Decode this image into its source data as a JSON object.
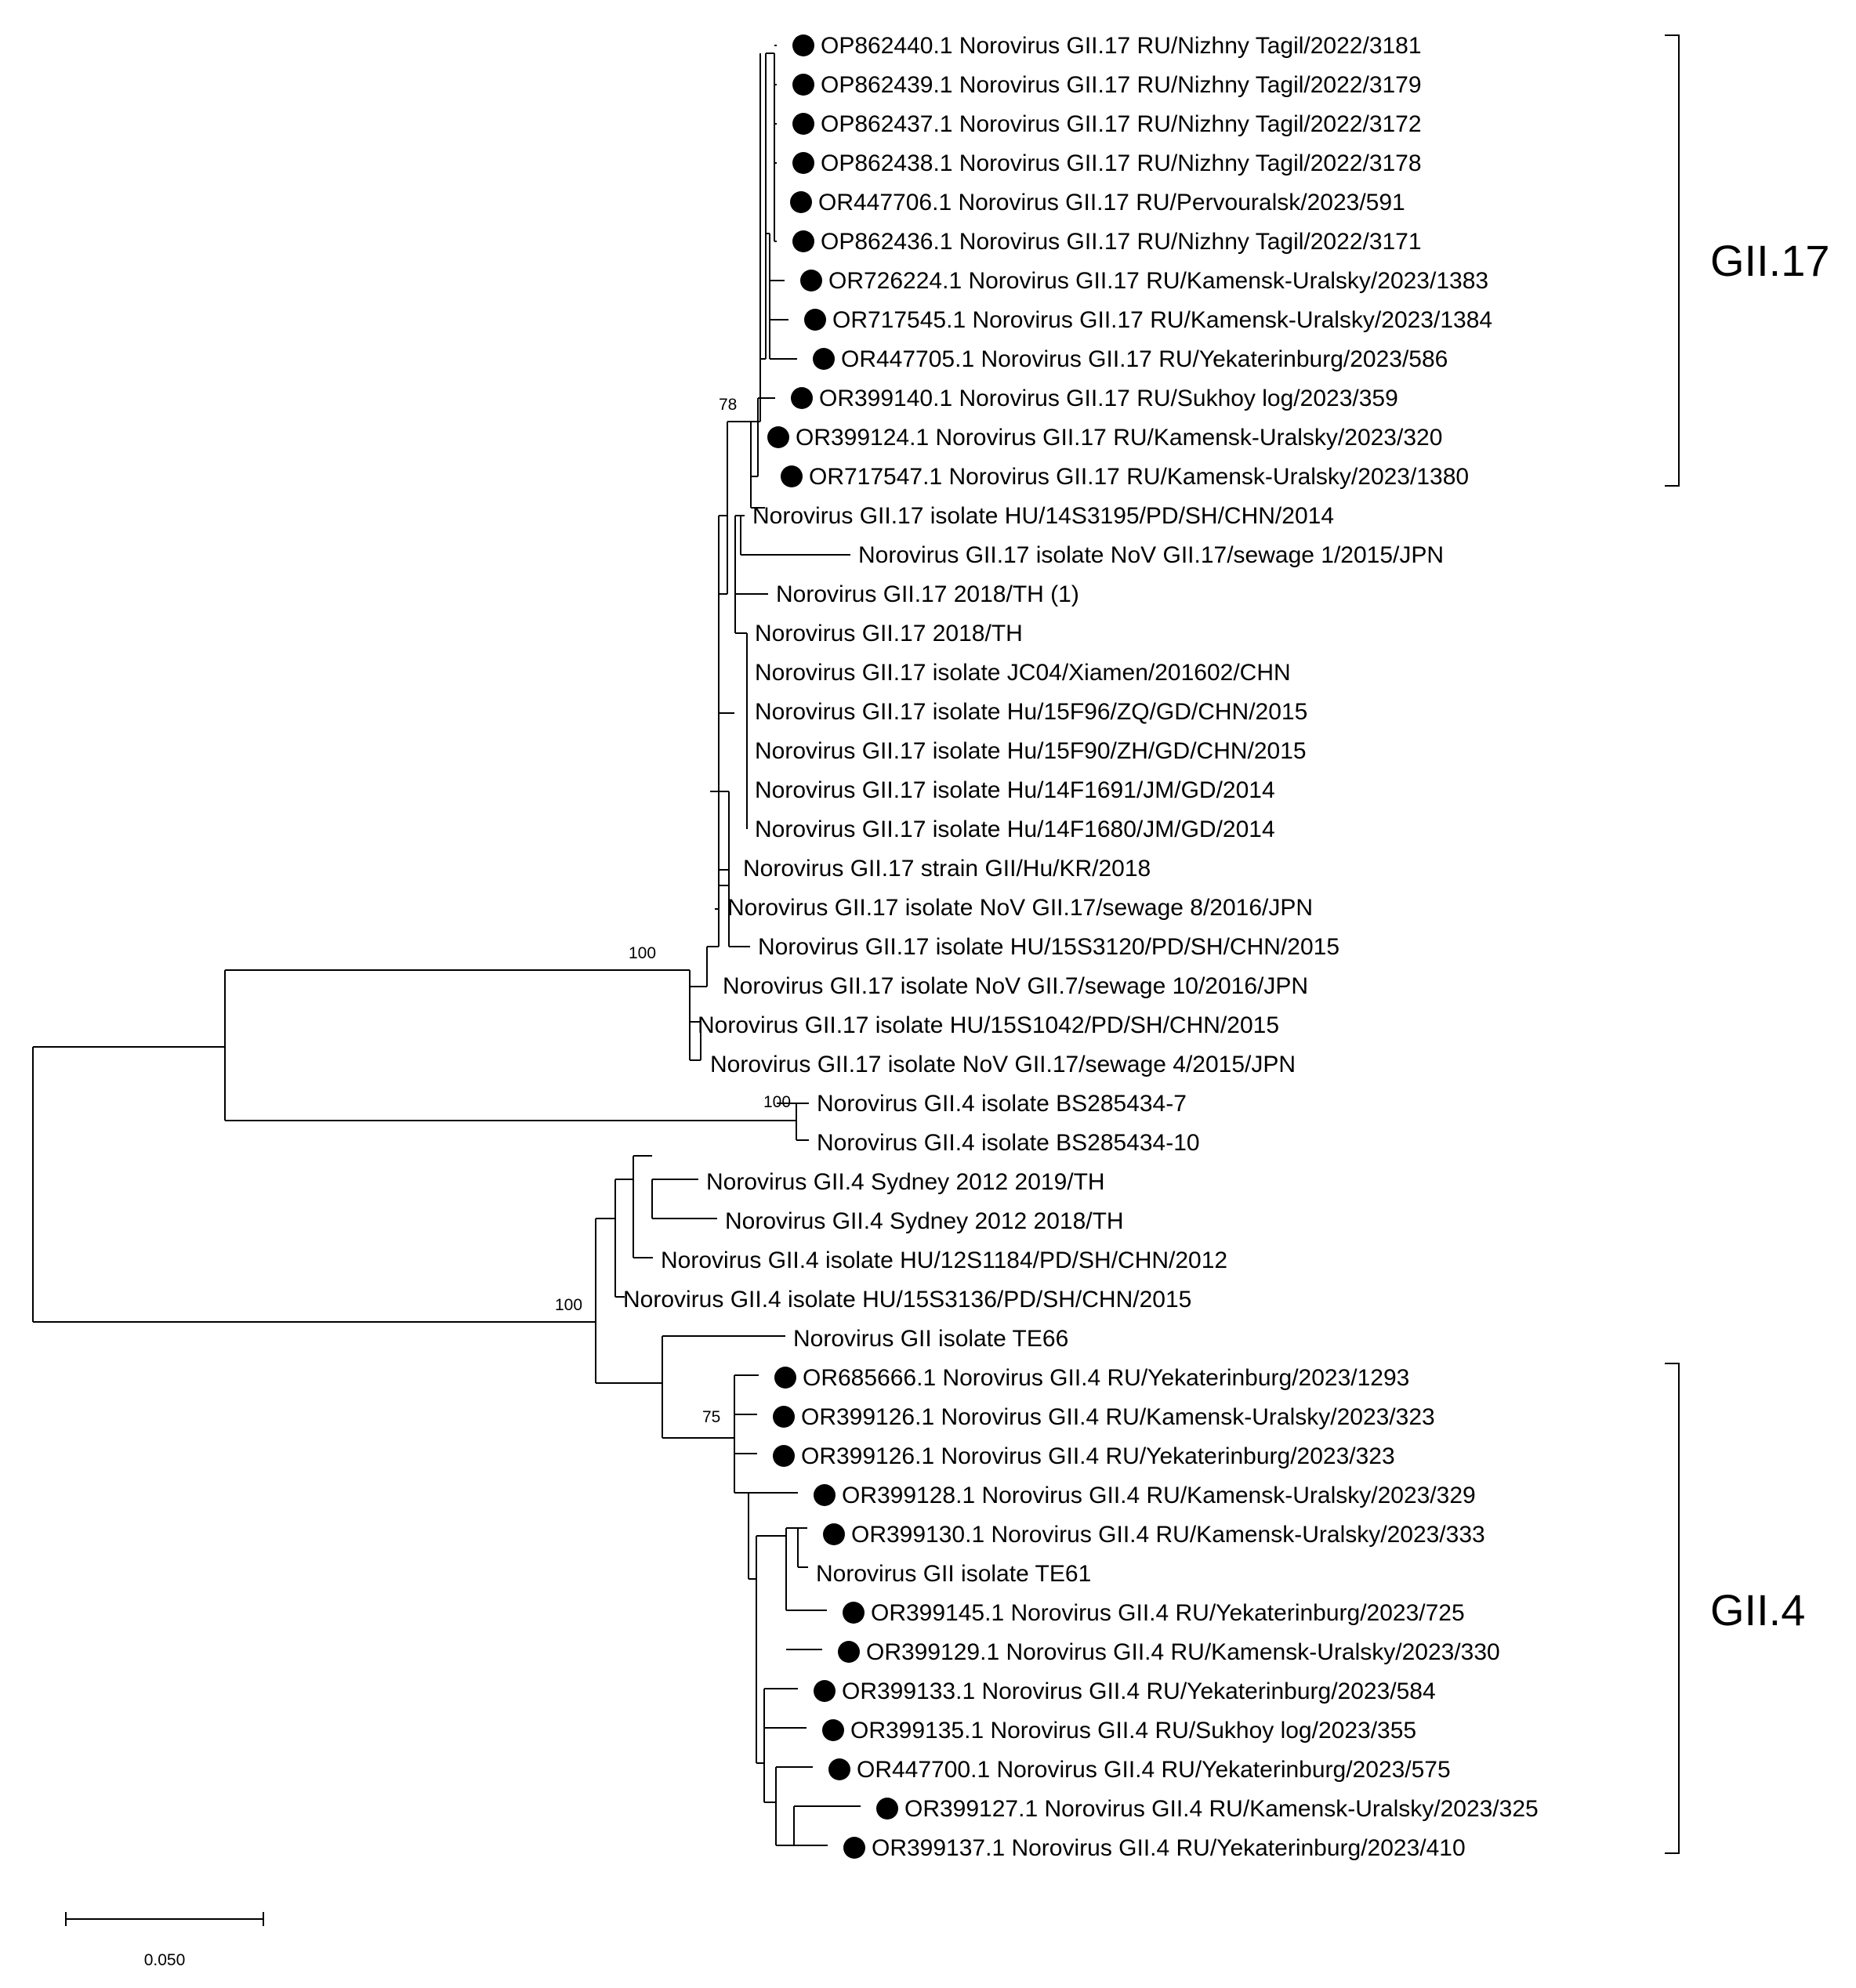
{
  "figure": {
    "clade_labels": [
      "GII.17",
      "GII.4"
    ],
    "scale_bar_label": "0.050",
    "support_values": [
      "78",
      "100",
      "100",
      "100",
      "75"
    ],
    "taxa": [
      {
        "label": "OP862440.1 Norovirus GII.17 RU/Nizhny Tagil/2022/3181",
        "marked": true
      },
      {
        "label": "OP862439.1 Norovirus GII.17 RU/Nizhny Tagil/2022/3179",
        "marked": true
      },
      {
        "label": "OP862437.1 Norovirus GII.17 RU/Nizhny Tagil/2022/3172",
        "marked": true
      },
      {
        "label": "OP862438.1 Norovirus GII.17 RU/Nizhny Tagil/2022/3178",
        "marked": true
      },
      {
        "label": "OR447706.1 Norovirus GII.17 RU/Pervouralsk/2023/591",
        "marked": true
      },
      {
        "label": "OP862436.1 Norovirus GII.17 RU/Nizhny Tagil/2022/3171",
        "marked": true
      },
      {
        "label": "OR726224.1 Norovirus GII.17 RU/Kamensk-Uralsky/2023/1383",
        "marked": true
      },
      {
        "label": "OR717545.1 Norovirus GII.17 RU/Kamensk-Uralsky/2023/1384",
        "marked": true
      },
      {
        "label": "OR447705.1 Norovirus GII.17 RU/Yekaterinburg/2023/586",
        "marked": true
      },
      {
        "label": "OR399140.1 Norovirus GII.17 RU/Sukhoy log/2023/359",
        "marked": true
      },
      {
        "label": "OR399124.1 Norovirus GII.17 RU/Kamensk-Uralsky/2023/320",
        "marked": true
      },
      {
        "label": "OR717547.1 Norovirus GII.17 RU/Kamensk-Uralsky/2023/1380",
        "marked": true
      },
      {
        "label": "Norovirus GII.17 isolate HU/14S3195/PD/SH/CHN/2014",
        "marked": false
      },
      {
        "label": "Norovirus GII.17 isolate NoV GII.17/sewage 1/2015/JPN",
        "marked": false
      },
      {
        "label": "Norovirus GII.17 2018/TH (1)",
        "marked": false
      },
      {
        "label": "Norovirus GII.17 2018/TH",
        "marked": false
      },
      {
        "label": "Norovirus GII.17 isolate JC04/Xiamen/201602/CHN",
        "marked": false
      },
      {
        "label": "Norovirus GII.17 isolate Hu/15F96/ZQ/GD/CHN/2015",
        "marked": false
      },
      {
        "label": "Norovirus GII.17 isolate Hu/15F90/ZH/GD/CHN/2015",
        "marked": false
      },
      {
        "label": "Norovirus GII.17 isolate Hu/14F1691/JM/GD/2014",
        "marked": false
      },
      {
        "label": "Norovirus GII.17 isolate Hu/14F1680/JM/GD/2014",
        "marked": false
      },
      {
        "label": "Norovirus GII.17 strain GII/Hu/KR/2018",
        "marked": false
      },
      {
        "label": "Norovirus GII.17 isolate NoV GII.17/sewage 8/2016/JPN",
        "marked": false
      },
      {
        "label": "Norovirus GII.17 isolate HU/15S3120/PD/SH/CHN/2015",
        "marked": false
      },
      {
        "label": "Norovirus GII.17 isolate NoV GII.7/sewage 10/2016/JPN",
        "marked": false
      },
      {
        "label": "Norovirus GII.17 isolate HU/15S1042/PD/SH/CHN/2015",
        "marked": false
      },
      {
        "label": "Norovirus GII.17 isolate NoV GII.17/sewage 4/2015/JPN",
        "marked": false
      },
      {
        "label": "Norovirus GII.4 isolate BS285434-7",
        "marked": false
      },
      {
        "label": "Norovirus GII.4 isolate BS285434-10",
        "marked": false
      },
      {
        "label": "Norovirus GII.4 Sydney 2012 2019/TH",
        "marked": false
      },
      {
        "label": "Norovirus GII.4 Sydney 2012 2018/TH",
        "marked": false
      },
      {
        "label": "Norovirus GII.4 isolate HU/12S1184/PD/SH/CHN/2012",
        "marked": false
      },
      {
        "label": "Norovirus GII.4 isolate HU/15S3136/PD/SH/CHN/2015",
        "marked": false
      },
      {
        "label": "Norovirus GII isolate TE66",
        "marked": false
      },
      {
        "label": "OR685666.1 Norovirus GII.4 RU/Yekaterinburg/2023/1293",
        "marked": true
      },
      {
        "label": "OR399126.1 Norovirus GII.4 RU/Kamensk-Uralsky/2023/323",
        "marked": true
      },
      {
        "label": "OR399126.1 Norovirus GII.4 RU/Yekaterinburg/2023/323",
        "marked": true
      },
      {
        "label": "OR399128.1 Norovirus GII.4 RU/Kamensk-Uralsky/2023/329",
        "marked": true
      },
      {
        "label": "OR399130.1 Norovirus GII.4 RU/Kamensk-Uralsky/2023/333",
        "marked": true
      },
      {
        "label": "Norovirus GII isolate TE61",
        "marked": false
      },
      {
        "label": "OR399145.1 Norovirus GII.4 RU/Yekaterinburg/2023/725",
        "marked": true
      },
      {
        "label": "OR399129.1 Norovirus GII.4 RU/Kamensk-Uralsky/2023/330",
        "marked": true
      },
      {
        "label": "OR399133.1 Norovirus GII.4 RU/Yekaterinburg/2023/584",
        "marked": true
      },
      {
        "label": "OR399135.1 Norovirus GII.4 RU/Sukhoy log/2023/355",
        "marked": true
      },
      {
        "label": "OR447700.1 Norovirus GII.4 RU/Yekaterinburg/2023/575",
        "marked": true
      },
      {
        "label": "OR399127.1 Norovirus GII.4 RU/Kamensk-Uralsky/2023/325",
        "marked": true
      },
      {
        "label": "OR399137.1 Norovirus GII.4 RU/Yekaterinburg/2023/410",
        "marked": true
      }
    ]
  }
}
